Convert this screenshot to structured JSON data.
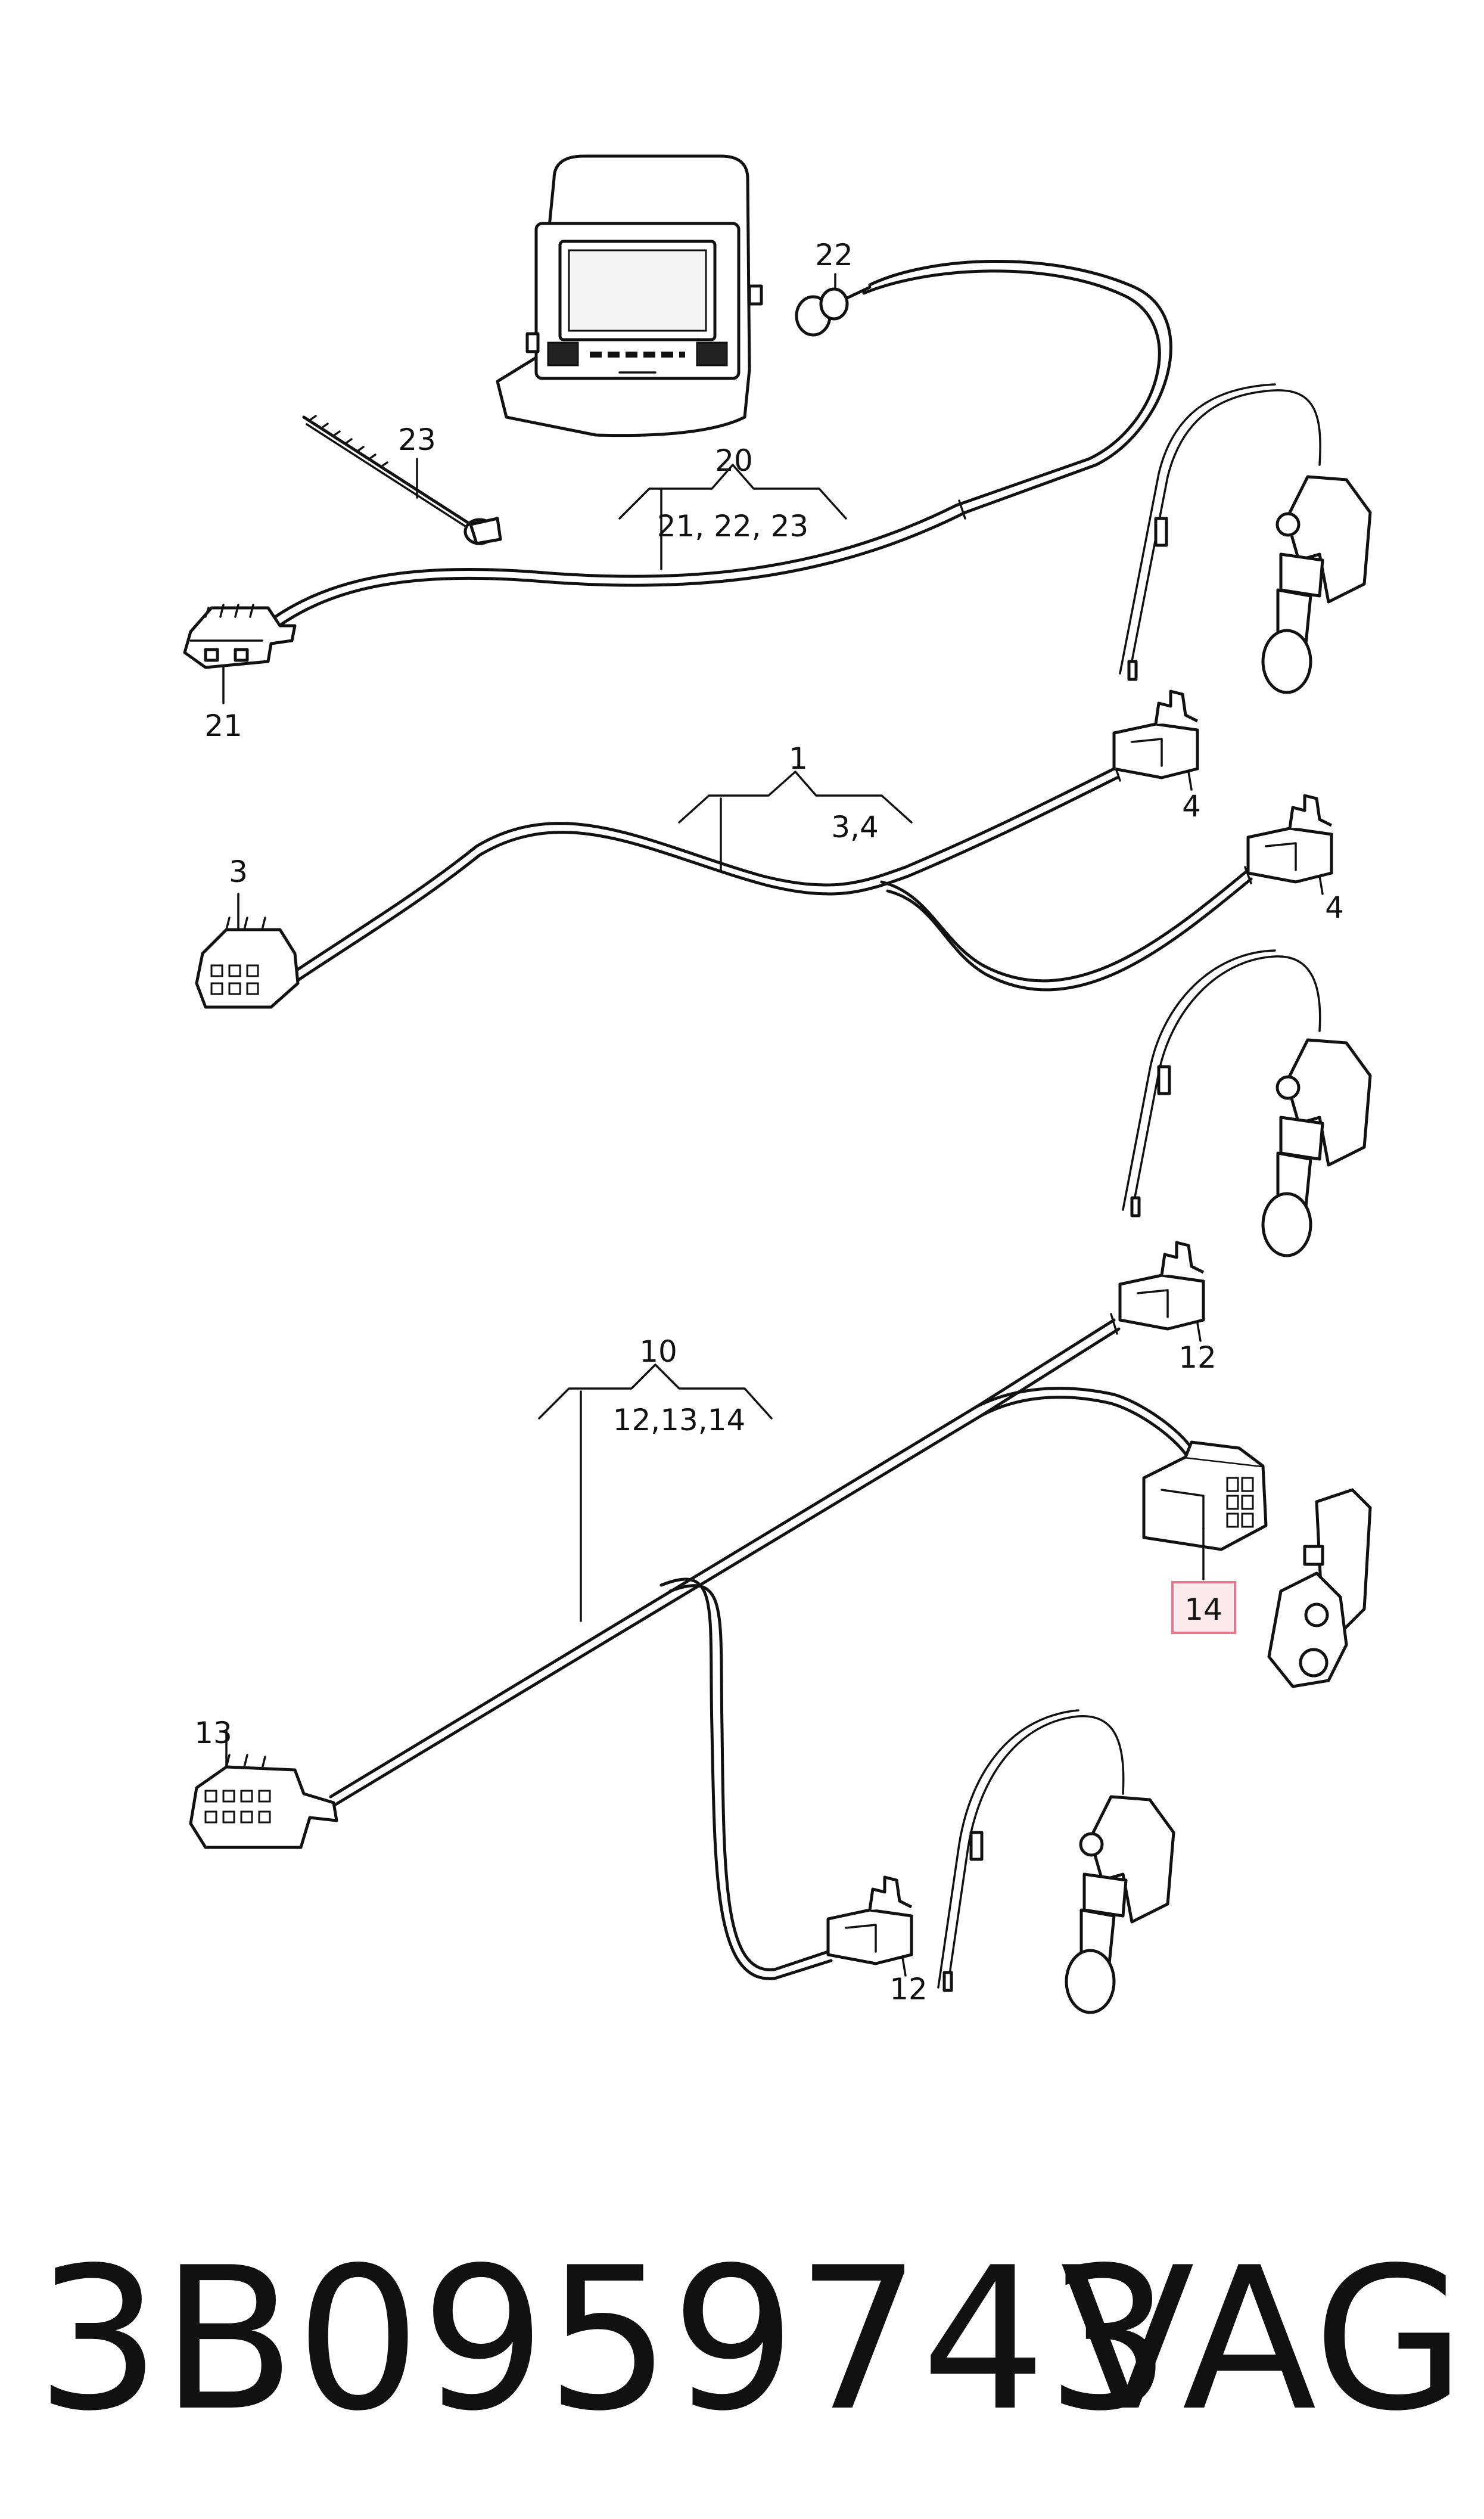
{
  "callouts": {
    "c20": "20",
    "c20_sub": "21, 22, 23",
    "c21": "21",
    "c22": "22",
    "c23": "23",
    "c1": "1",
    "c1_sub": "3,4",
    "c3": "3",
    "c4a": "4",
    "c4b": "4",
    "c10": "10",
    "c10_sub": "12,13,14",
    "c12a": "12",
    "c12b": "12",
    "c13": "13",
    "c14": "14"
  },
  "footer": {
    "part_number": "3B0959743",
    "brand": "VAG"
  },
  "colors": {
    "highlight_border": "#e07a8a",
    "highlight_fill": "#fbe9ec",
    "ink": "#111111"
  }
}
